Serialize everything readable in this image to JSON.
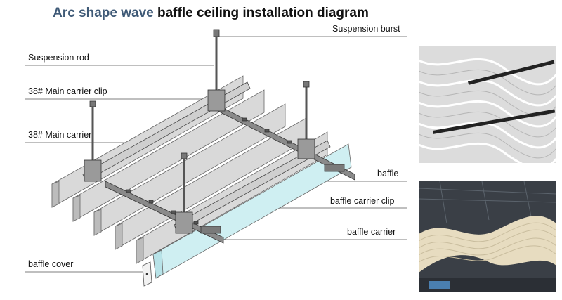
{
  "title": {
    "part1": "Arc shape wave",
    "part2": "baffle ceiling installation diagram",
    "accent_color": "#3f5a77"
  },
  "labels": {
    "suspension_burst": "Suspension burst",
    "suspension_rod": "Suspension rod",
    "main_carrier_clip": "38# Main carrier clip",
    "main_carrier": "38# Main carrier",
    "baffle": "baffle",
    "baffle_carrier_clip": "baffle carrier clip",
    "baffle_carrier": "baffle carrier",
    "baffle_cover": "baffle cover"
  },
  "colors": {
    "baffle_fill": "#d9d9d9",
    "highlight_baffle": "#cfeff2",
    "carrier": "#8a8a8a",
    "leader_line": "#555555",
    "photo_top_bg": "#e8e8e8",
    "photo_bottom_bg": "#3a3f46",
    "wave_cream": "#e7dcc0"
  }
}
